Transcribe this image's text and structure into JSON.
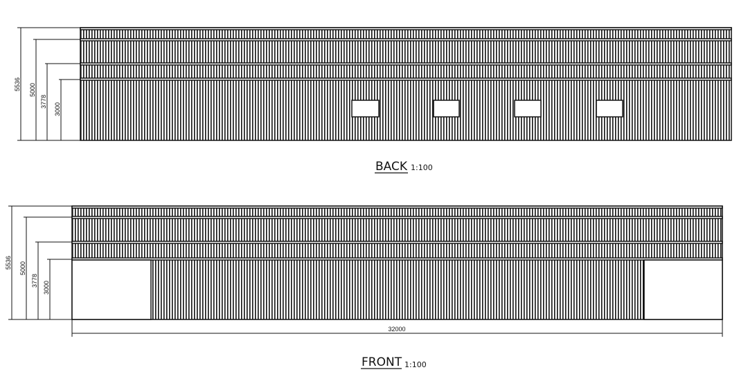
{
  "back": {
    "title": "BACK",
    "scale": "1:100",
    "dims": [
      "5536",
      "5000",
      "3778",
      "3000"
    ],
    "window_count": 4
  },
  "front": {
    "title": "FRONT",
    "scale": "1:100",
    "dims": [
      "5536",
      "5000",
      "3778",
      "3000"
    ],
    "width_dim": "32000"
  },
  "colors": {
    "line": "#111111",
    "background": "#ffffff"
  }
}
